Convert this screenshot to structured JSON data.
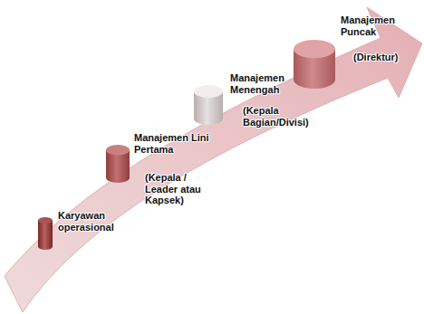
{
  "diagram": {
    "nodes": [
      {
        "text": [
          "Karyawan operasional"
        ]
      },
      {
        "text": [
          "Manajemen Lini Pertama",
          "(Kepala / Leader atau Kapsek)"
        ]
      },
      {
        "text": [
          "Manajemen Menengah",
          "(Kepala Bagian/Divisi)"
        ]
      },
      {
        "text": [
          "Manajemen Puncak",
          "(Direktur)"
        ]
      }
    ]
  }
}
